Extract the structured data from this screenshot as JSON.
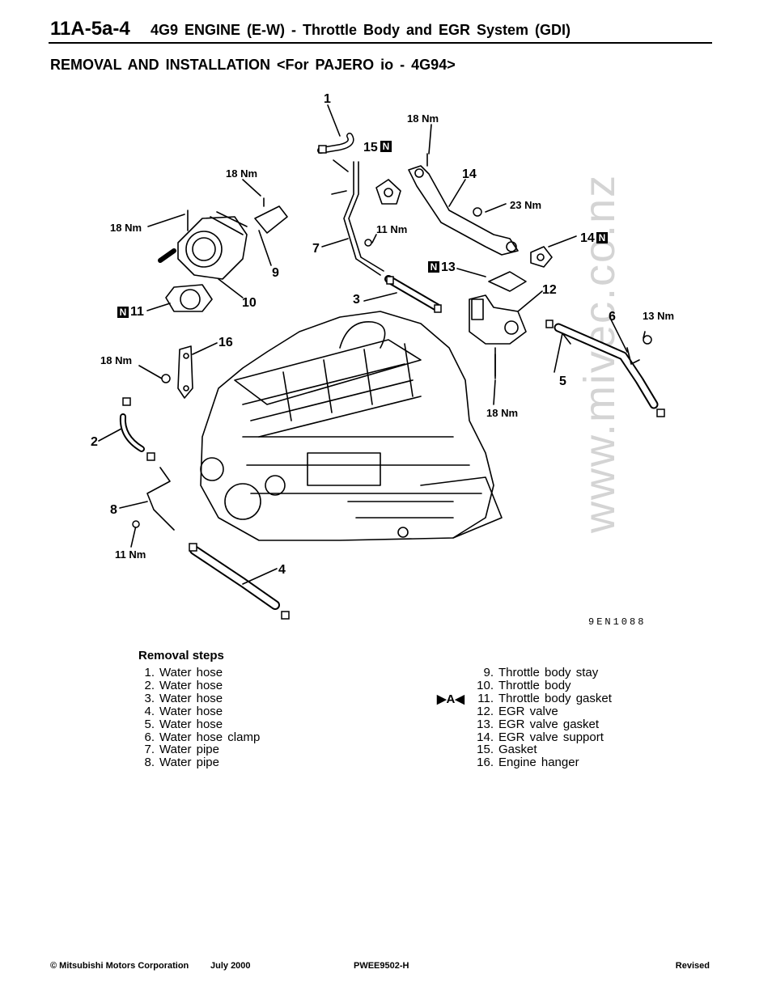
{
  "header": {
    "page_id": "11A-5a-4",
    "title": "4G9 ENGINE (E-W)  -  Throttle Body and EGR System (GDI)"
  },
  "section_title": "REMOVAL AND INSTALLATION <For PAJERO io  -  4G94>",
  "figure": {
    "code": "9EN1088",
    "callouts": [
      "1",
      "2",
      "3",
      "4",
      "5",
      "6",
      "7",
      "8",
      "9",
      "10",
      "11",
      "12",
      "13",
      "14",
      "14",
      "15",
      "16"
    ],
    "torques": [
      "18 Nm",
      "18 Nm",
      "18 Nm",
      "23 Nm",
      "11 Nm",
      "13 Nm",
      "18 Nm",
      "18 Nm",
      "11 Nm"
    ],
    "new_part_mark": "N"
  },
  "steps": {
    "title": "Removal steps",
    "left": [
      {
        "num": "1.",
        "label": "Water hose"
      },
      {
        "num": "2.",
        "label": "Water hose"
      },
      {
        "num": "3.",
        "label": "Water hose"
      },
      {
        "num": "4.",
        "label": "Water hose"
      },
      {
        "num": "5.",
        "label": "Water hose"
      },
      {
        "num": "6.",
        "label": "Water hose clamp"
      },
      {
        "num": "7.",
        "label": "Water pipe"
      },
      {
        "num": "8.",
        "label": "Water pipe"
      }
    ],
    "right": [
      {
        "num": "9.",
        "label": "Throttle body stay"
      },
      {
        "num": "10.",
        "label": "Throttle body"
      },
      {
        "num": "11.",
        "label": "Throttle body gasket"
      },
      {
        "num": "12.",
        "label": "EGR valve"
      },
      {
        "num": "13.",
        "label": "EGR valve gasket"
      },
      {
        "num": "14.",
        "label": "EGR valve support"
      },
      {
        "num": "15.",
        "label": "Gasket"
      },
      {
        "num": "16.",
        "label": "Engine hanger"
      }
    ],
    "service_mark": "▶A◀"
  },
  "watermark": "www.mivec.co.nz",
  "footer": {
    "copyright": "© Mitsubishi Motors Corporation",
    "date": "July 2000",
    "code": "PWEE9502-H",
    "status": "Revised"
  }
}
